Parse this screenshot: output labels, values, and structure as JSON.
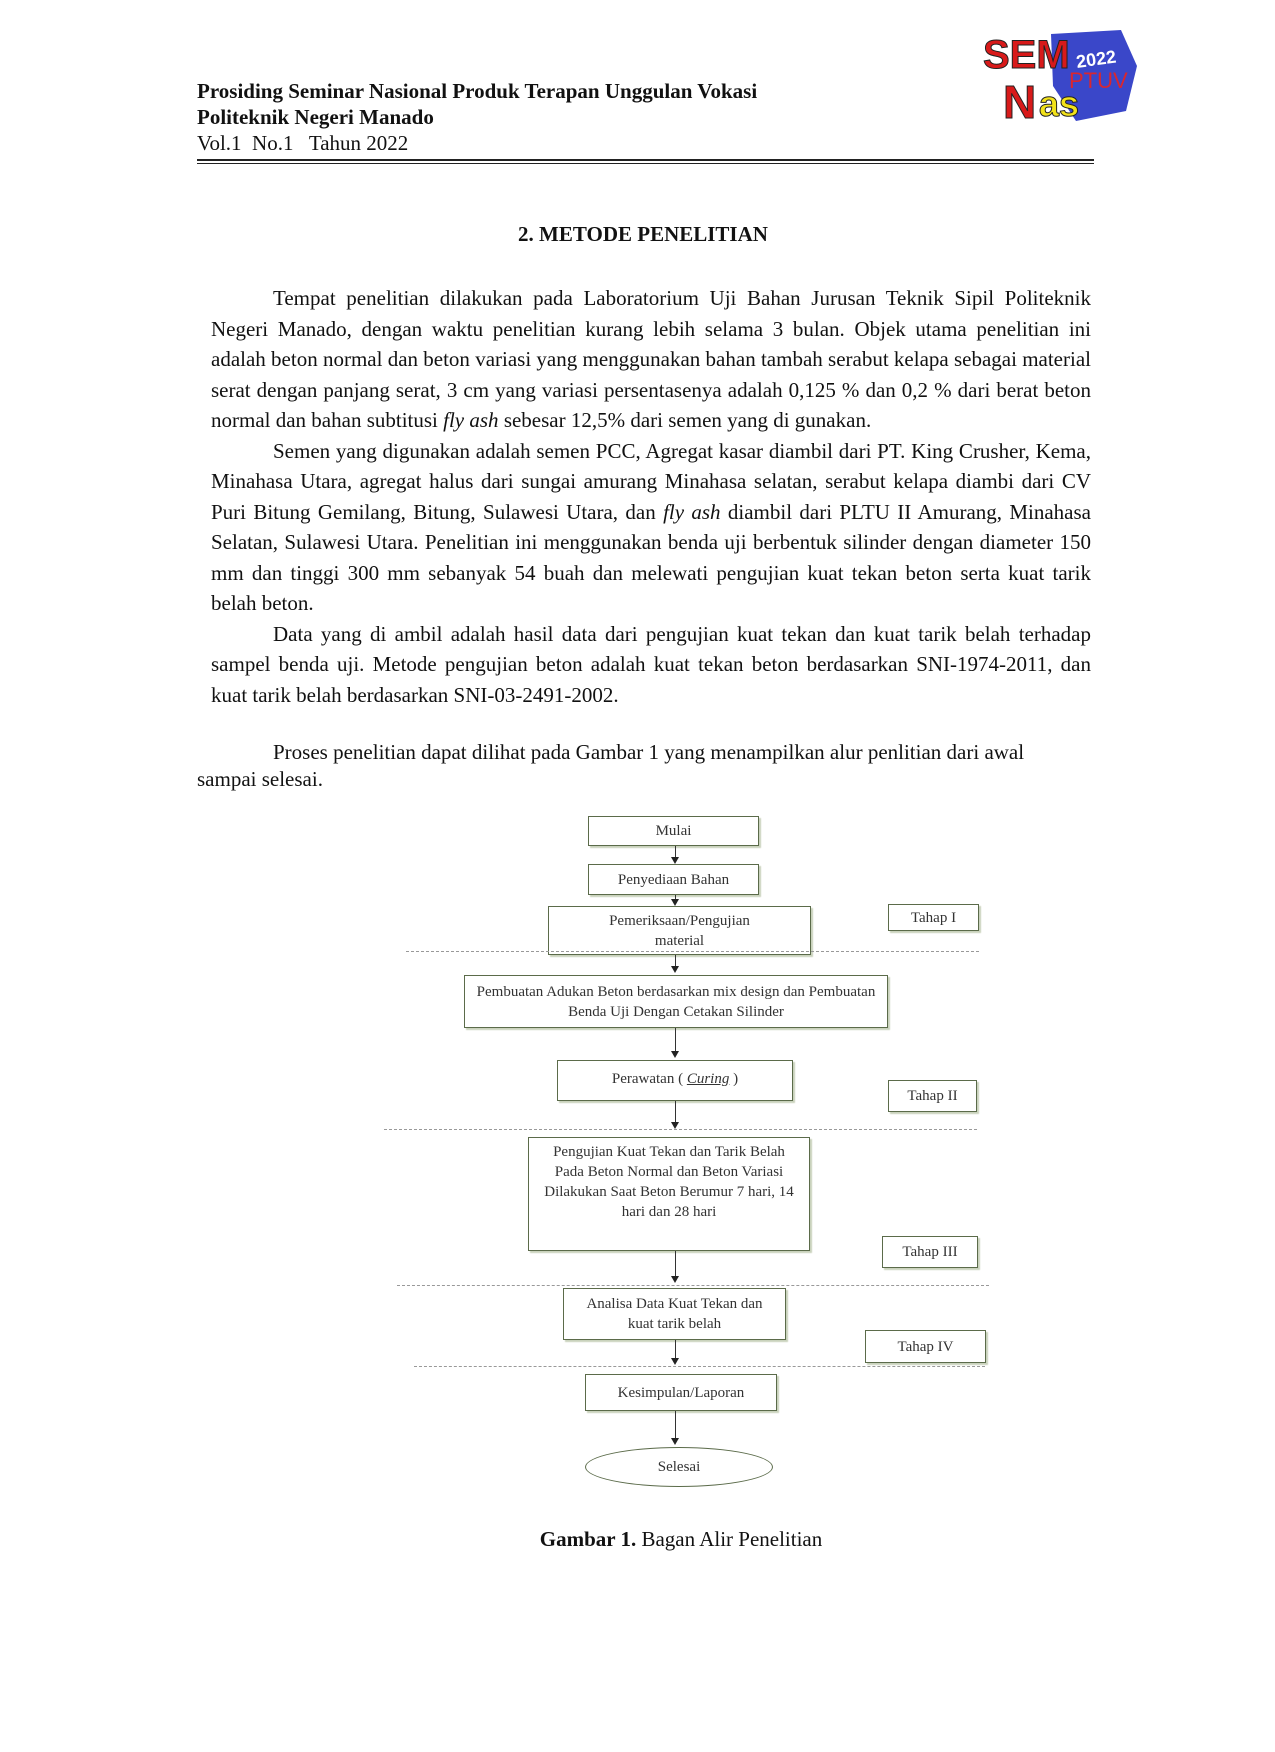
{
  "header": {
    "line1": "Prosiding Seminar Nasional Produk Terapan Unggulan Vokasi",
    "line2": "Politeknik Negeri Manado",
    "line3": "Vol.1  No.1   Tahun 2022",
    "logo_text": "SEMNAS PTUV 2022"
  },
  "section": {
    "heading": "2. METODE PENELITIAN",
    "p1": [
      "Tempat penelitian  dilakukan pada Laboratorium Uji Bahan Jurusan Teknik  Sipil Politeknik Negeri Manado, dengan waktu penelitian kurang lebih selama 3 bulan. Objek utama penelitian ini adalah beton normal dan beton variasi yang menggunakan bahan tambah serabut kelapa sebagai material serat dengan panjang serat, 3 cm yang variasi persentasenya adalah 0,125 % dan 0,2 % dari berat beton normal dan bahan subtitusi ",
      "fly ash",
      " sebesar 12,5% dari semen yang di gunakan."
    ],
    "p2": [
      "Semen yang digunakan adalah semen PCC, Agregat kasar diambil dari PT. King Crusher, Kema, Minahasa Utara, agregat halus dari sungai amurang Minahasa selatan, serabut kelapa diambi dari CV Puri Bitung Gemilang, Bitung, Sulawesi Utara, dan ",
      "fly ash",
      " diambil dari PLTU II Amurang, Minahasa Selatan, Sulawesi Utara. Penelitian ini menggunakan benda uji berbentuk silinder dengan diameter 150 mm dan tinggi 300 mm sebanyak 54 buah dan melewati pengujian kuat tekan beton serta kuat tarik belah beton."
    ],
    "p3": "Data yang di ambil adalah hasil data dari pengujian kuat tekan dan kuat tarik belah terhadap sampel benda uji. Metode pengujian beton adalah kuat tekan beton berdasarkan SNI-1974-2011, dan kuat tarik belah berdasarkan SNI-03-2491-2002.",
    "p4": "Proses penelitian dapat dilihat pada Gambar 1 yang menampilkan alur penlitian dari awal sampai selesai."
  },
  "flowchart": {
    "mulai": "Mulai",
    "penyediaan": "Penyediaan Bahan",
    "pemeriksaan": "Pemeriksaan/Pengujian material",
    "pembuatan": "Pembuatan Adukan Beton berdasarkan mix design dan Pembuatan Benda Uji Dengan Cetakan Silinder",
    "perawatan_a": "Perawatan ( ",
    "perawatan_b": "Curing",
    "perawatan_c": " )",
    "pengujian": "Pengujian Kuat Tekan dan Tarik Belah Pada Beton Normal dan Beton Variasi Dilakukan Saat Beton Berumur 7 hari, 14 hari dan 28 hari",
    "analisa": "Analisa Data Kuat Tekan dan kuat tarik belah",
    "kesimpulan": "Kesimpulan/Laporan",
    "selesai": "Selesai",
    "tahap1": "Tahap I",
    "tahap2": "Tahap II",
    "tahap3": "Tahap III",
    "tahap4": "Tahap IV"
  },
  "caption": {
    "label": "Gambar 1.",
    "text": " Bagan Alir Penelitian"
  }
}
